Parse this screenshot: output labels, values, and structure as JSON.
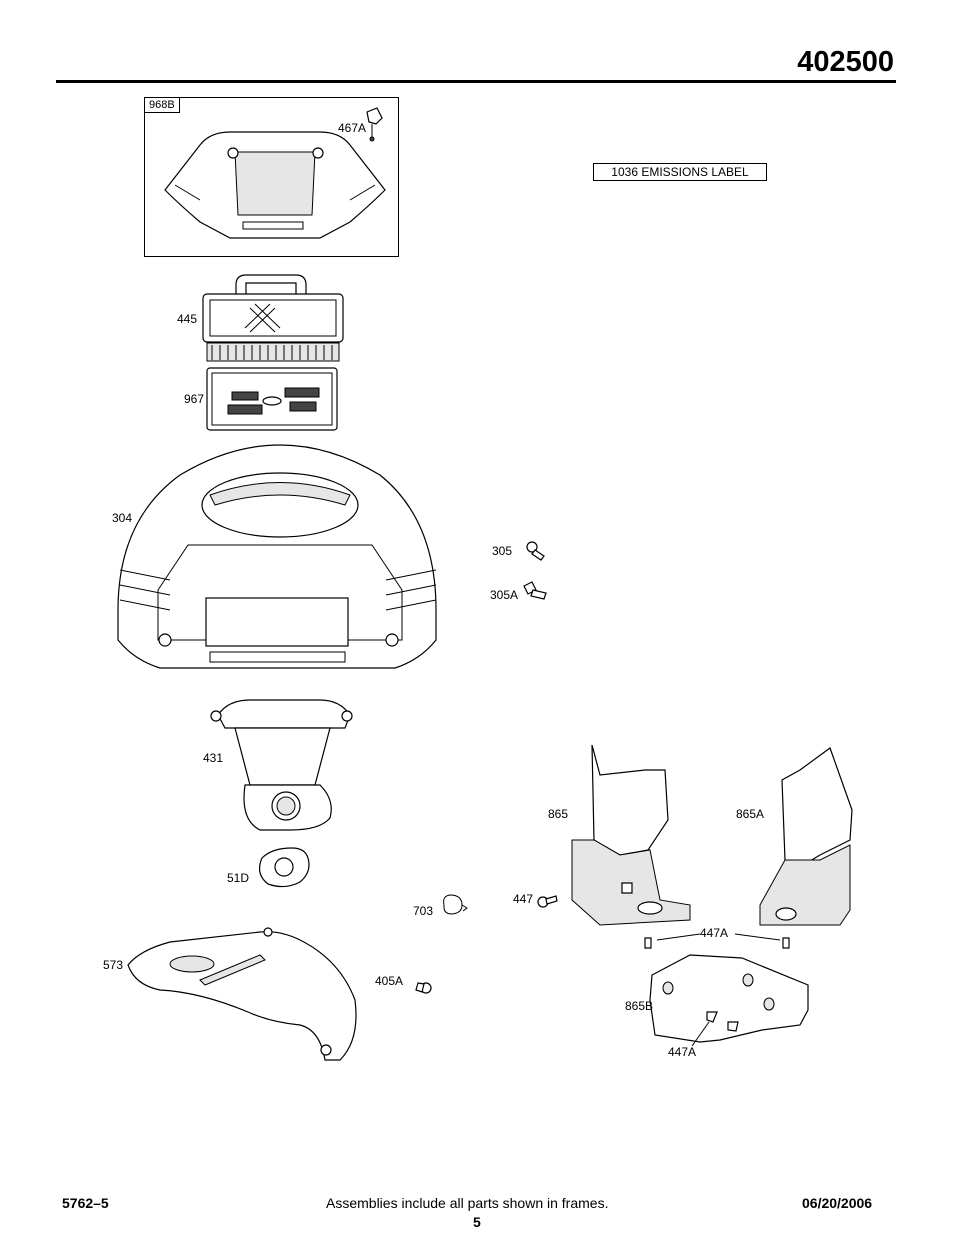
{
  "header": {
    "model_number": "402500"
  },
  "frame": {
    "tag": "968B"
  },
  "emissions_label": "1036 EMISSIONS LABEL",
  "callouts": {
    "c467A": "467A",
    "c445": "445",
    "c967": "967",
    "c304": "304",
    "c305": "305",
    "c305A": "305A",
    "c431": "431",
    "c51D": "51D",
    "c703": "703",
    "c573": "573",
    "c405A": "405A",
    "c865": "865",
    "c865A": "865A",
    "c447": "447",
    "c447A_top": "447A",
    "c865B": "865B",
    "c447A_bottom": "447A"
  },
  "footer": {
    "doc_number": "5762–5",
    "note": "Assemblies include all parts shown in frames.",
    "page": "5",
    "date": "06/20/2006"
  }
}
